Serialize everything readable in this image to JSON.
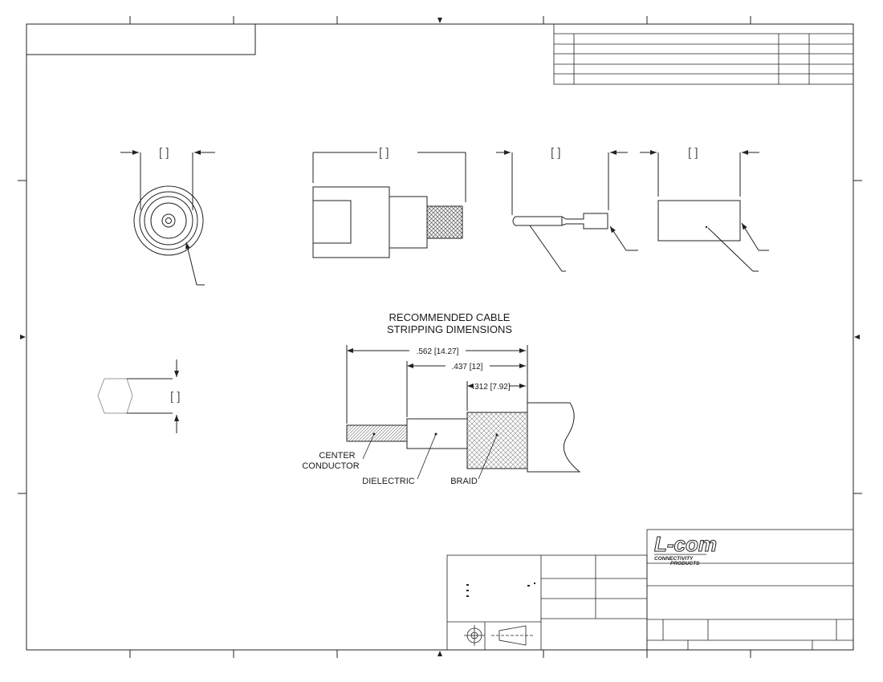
{
  "title_block": {
    "company_logo": "L-com",
    "company_tagline_1": "CONNECTIVITY",
    "company_tagline_2": "PRODUCTS"
  },
  "section": {
    "title_line_1": "RECOMMENDED CABLE",
    "title_line_2": "STRIPPING DIMENSIONS"
  },
  "dimensions": {
    "overall": ".562 [14.27]",
    "dielectric": ".437 [12]",
    "braid": ".312 [7.92]",
    "placeholder": "[    ]"
  },
  "labels": {
    "center_line_1": "CENTER",
    "center_line_2": "CONDUCTOR",
    "dielectric": "DIELECTRIC",
    "braid": "BRAID"
  }
}
